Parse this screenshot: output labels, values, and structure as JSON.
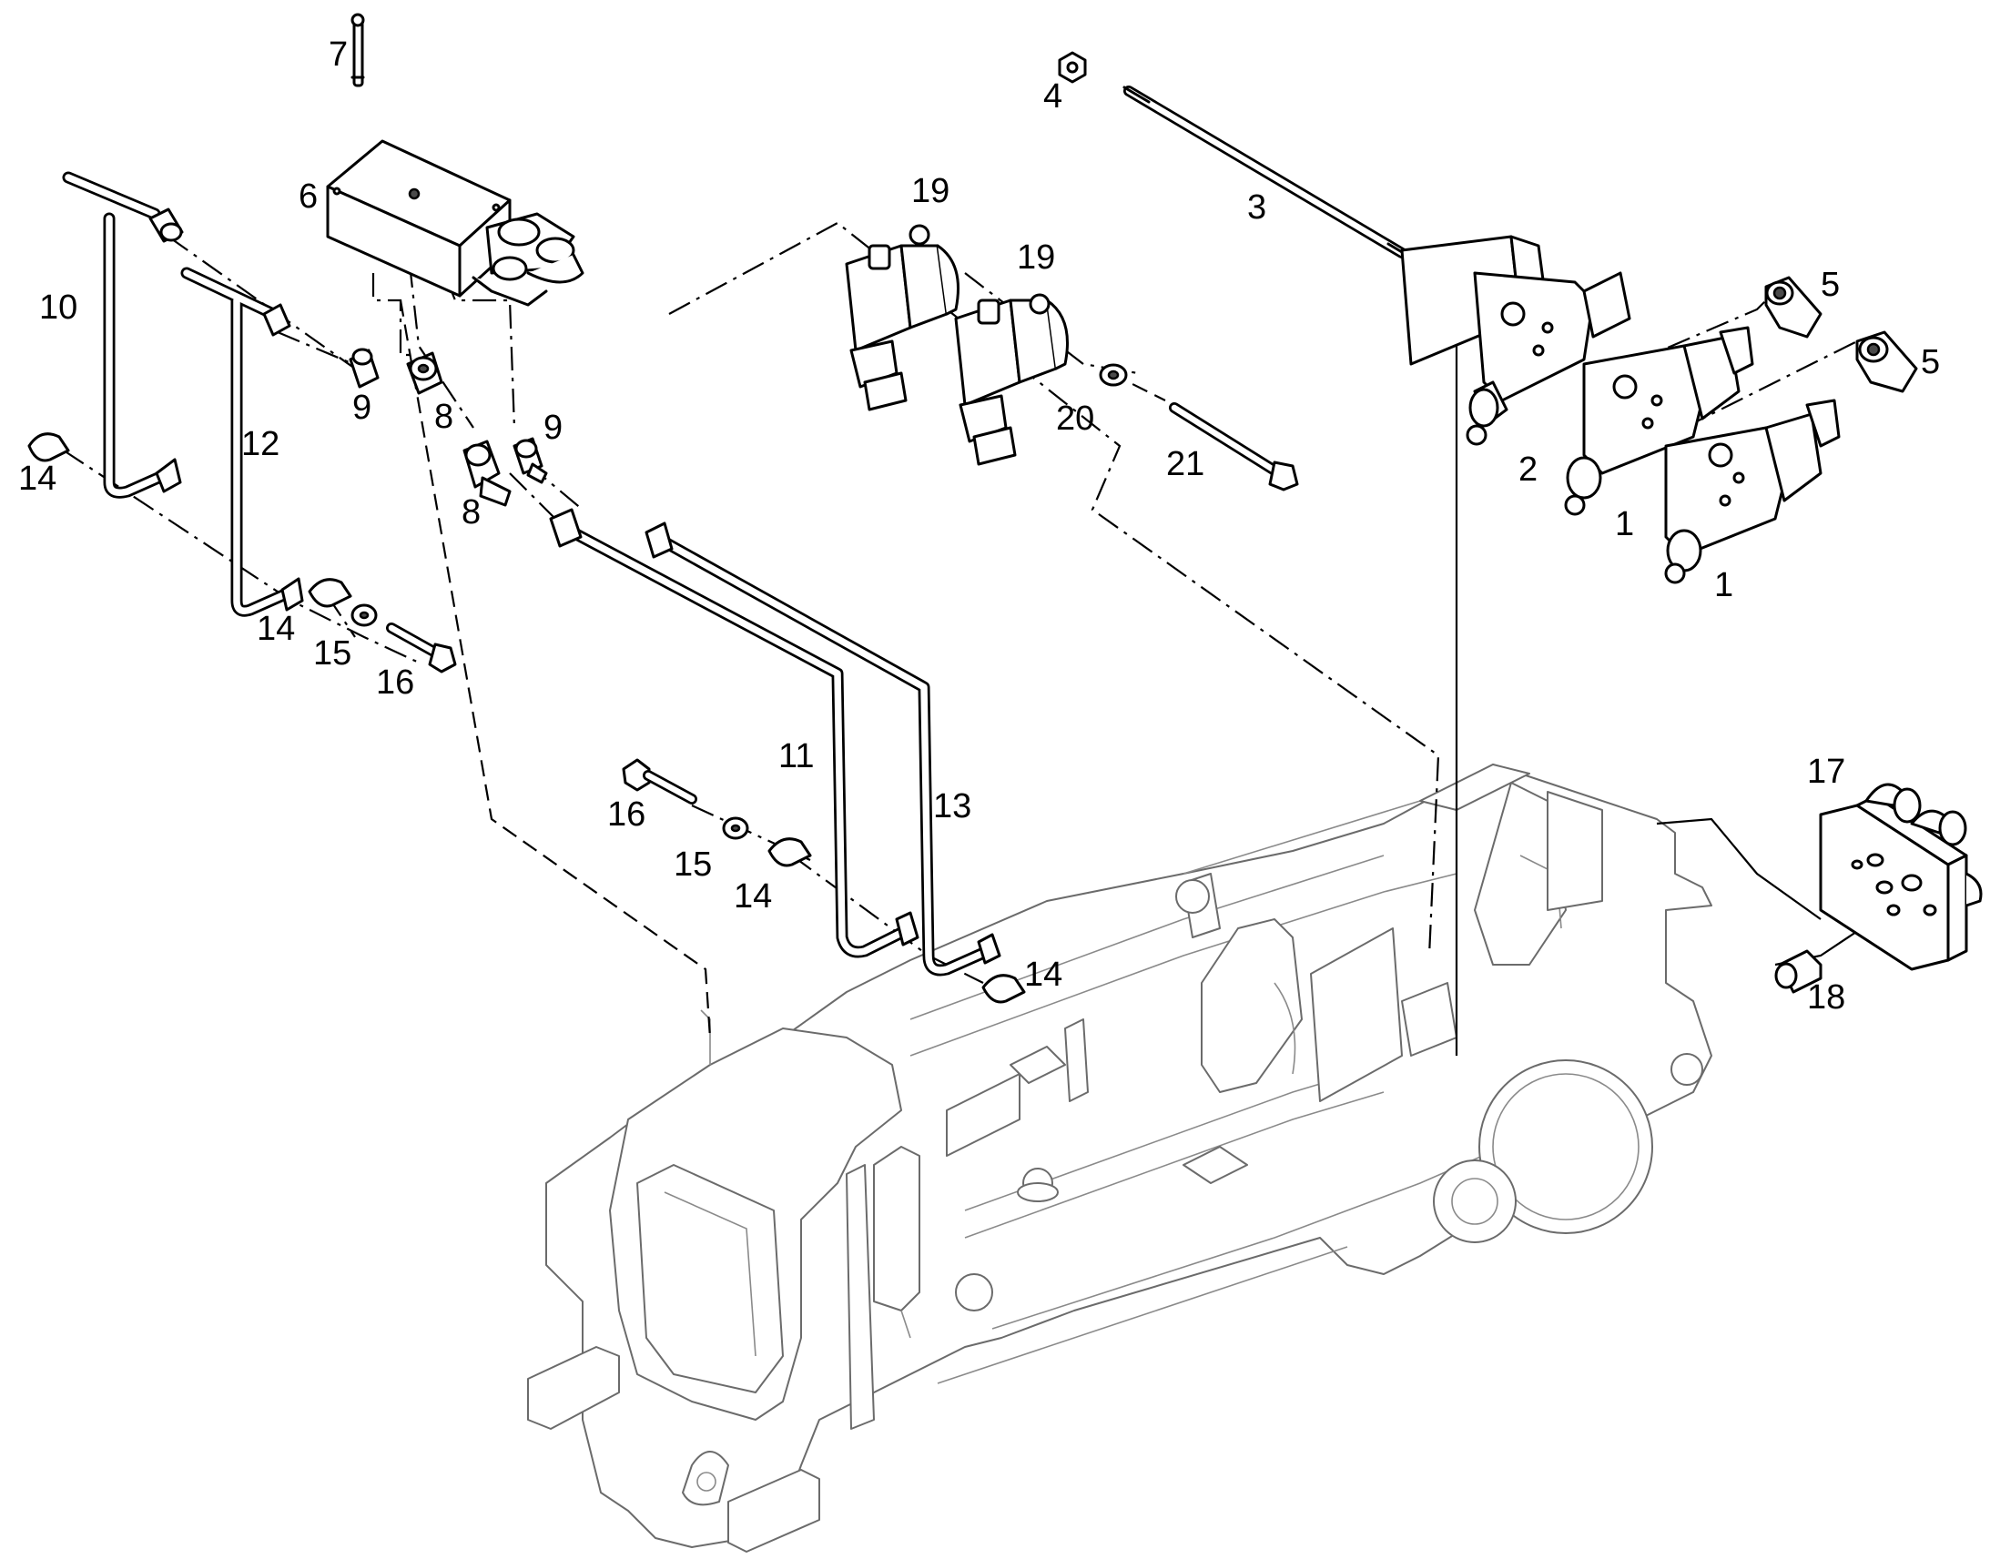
{
  "callouts": {
    "c1a": "1",
    "c1b": "1",
    "c2": "2",
    "c3": "3",
    "c4": "4",
    "c5a": "5",
    "c5b": "5",
    "c6": "6",
    "c7": "7",
    "c8a": "8",
    "c8b": "8",
    "c9a": "9",
    "c9b": "9",
    "c10": "10",
    "c11": "11",
    "c12": "12",
    "c13": "13",
    "c14a": "14",
    "c14b": "14",
    "c14c": "14",
    "c14d": "14",
    "c15a": "15",
    "c15b": "15",
    "c16a": "16",
    "c16b": "16",
    "c17": "17",
    "c18": "18",
    "c19a": "19",
    "c19b": "19",
    "c20": "20",
    "c21": "21"
  }
}
